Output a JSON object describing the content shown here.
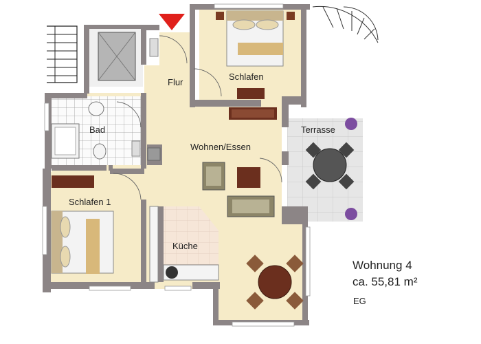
{
  "rooms": {
    "flur": "Flur",
    "schlafen": "Schlafen",
    "bad": "Bad",
    "wohnen_essen": "Wohnen/Essen",
    "terrasse": "Terrasse",
    "schlafen_1": "Schlafen 1",
    "kueche": "Küche"
  },
  "apartment": {
    "name": "Wohnung 4",
    "area": "ca. 55,81 m²",
    "floor": "EG"
  },
  "colors": {
    "wall": "#8c8586",
    "floor": "#f6ebc8",
    "entrance_marker": "#e0201b",
    "terrace_tile": "#e4e4e4",
    "wood_dark": "#6b2f1e",
    "sofa": "#8c8568"
  }
}
